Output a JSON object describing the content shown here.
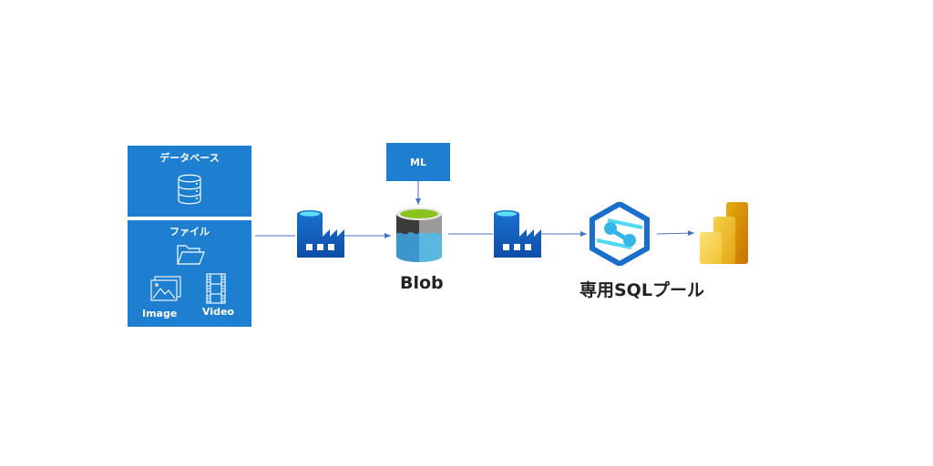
{
  "sources": {
    "database": {
      "title": "データベース",
      "icon": "database-icon"
    },
    "file": {
      "title": "ファイル",
      "icon": "folder-icon",
      "items": [
        {
          "label": "Image",
          "icon": "image-icon"
        },
        {
          "label": "Video",
          "icon": "video-icon"
        }
      ]
    }
  },
  "nodes": {
    "factory1": {
      "icon": "data-factory-icon"
    },
    "ml": {
      "label": "ML"
    },
    "blob": {
      "label": "Blob",
      "icon": "blob-storage-icon"
    },
    "factory2": {
      "icon": "data-factory-icon"
    },
    "synapse": {
      "label": "専用SQLプール",
      "icon": "synapse-icon"
    },
    "powerbi": {
      "icon": "power-bi-icon"
    }
  },
  "colors": {
    "box": "#1e7fd1",
    "arrow": "#4472c4"
  }
}
